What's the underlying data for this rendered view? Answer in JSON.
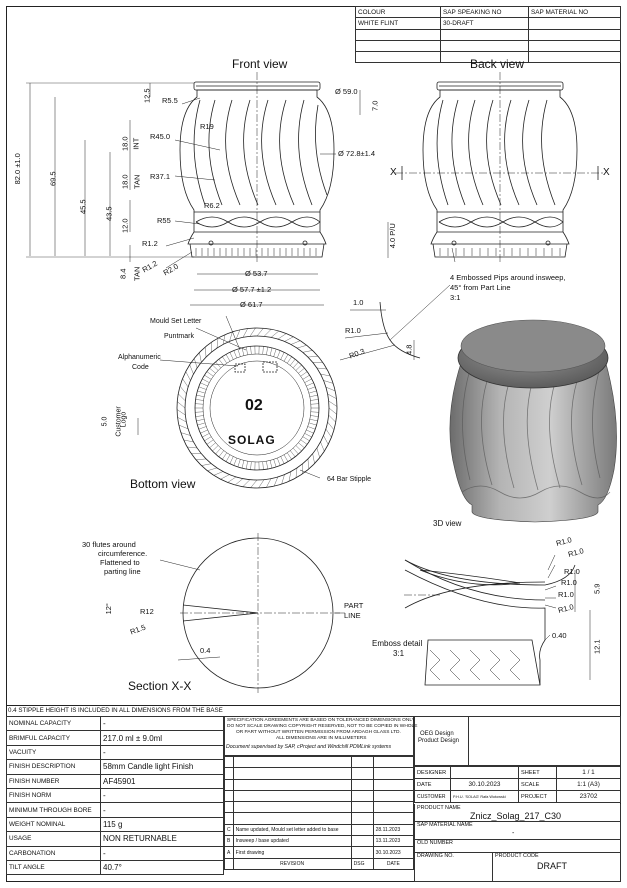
{
  "header_table": {
    "rows": [
      [
        "COLOUR",
        "SAP SPEAKING NO",
        "SAP MATERIAL NO"
      ],
      [
        "WHITE FLINT",
        "30-DRAFT",
        ""
      ],
      [
        "",
        "",
        ""
      ],
      [
        "",
        "",
        ""
      ],
      [
        "",
        "",
        ""
      ]
    ]
  },
  "views": {
    "front": "Front view",
    "back": "Back view",
    "bottom": "Bottom view",
    "section": "Section X-X",
    "three_d": "3D view",
    "emboss": "Emboss detail",
    "emboss_scale": "3:1"
  },
  "dims": {
    "d59": "Ø 59.0",
    "d72": "Ø 72.8±1.4",
    "d53": "Ø 53.7",
    "d57": "Ø 57.7 ±1.2",
    "d61": "Ø 61.7",
    "r55a": "R5.5",
    "r19": "R19",
    "r45": "R45.0",
    "r37": "R37.1",
    "r62": "R6.2",
    "r55": "R55",
    "r12a": "R1.2",
    "r12b": "R1.2",
    "r20": "R2.0",
    "h820": "82.0 ±1.0",
    "h695": "69.5",
    "h455": "45.5",
    "h435": "43.5",
    "h125": "12.5",
    "h180a": "18.0",
    "int": "INT",
    "h180b": "18.0",
    "tan": "TAN",
    "h120": "12.0",
    "h84": "8.4",
    "tan2": "TAN",
    "h70": "7.0",
    "h40pu": "4.0 P/U",
    "pips1": "4 Embossed Pips around insweep,",
    "pips2": "45° from Part Line",
    "pips3": "3:1",
    "p10": "1.0",
    "pr10": "R1.0",
    "pr03": "R0.3",
    "p48": "4.8",
    "x_left": "X",
    "x_right": "X"
  },
  "bottom_labels": {
    "mould": "Mould Set Letter",
    "punt": "Puntmark",
    "alnum1": "Alphanumeric",
    "alnum2": "Code",
    "logo_dim": "5.0",
    "logo1": "Customer",
    "logo2": "Logo",
    "code": "02",
    "brand": "SOLAG",
    "stipple": "64 Bar Stipple"
  },
  "section_labels": {
    "flutes1": "30 flutes around",
    "flutes2": "circumference.",
    "flutes3": "Flattened to",
    "flutes4": "parting line",
    "angle": "12°",
    "r12": "R12",
    "r15": "R1.5",
    "d04": "0.4",
    "part1": "PART",
    "part2": "LINE"
  },
  "emboss_labels": {
    "r10a": "R1.0",
    "r10b": "R1.0",
    "r10c": "R1.0",
    "r10d": "R1.0",
    "r10e": "R1.0",
    "r10f": "R1.0",
    "d59": "5.9",
    "d040": "0.40",
    "d121": "12.1"
  },
  "note": "0.4 STIPPLE HEIGHT IS INCLUDED IN ALL DIMENSIONS FROM THE BASE",
  "spec_table": [
    [
      "NOMINAL CAPACITY",
      "-"
    ],
    [
      "BRIMFUL CAPACITY",
      "217.0 ml ± 9.0ml"
    ],
    [
      "VACUITY",
      "-"
    ],
    [
      "FINISH DESCRIPTION",
      "58mm Candle light Finish"
    ],
    [
      "FINISH NUMBER",
      "AF45901"
    ],
    [
      "FINISH NORM",
      "-"
    ],
    [
      "MINIMUM THROUGH BORE",
      "-"
    ],
    [
      "WEIGHT NOMINAL",
      "115 g"
    ],
    [
      "USAGE",
      "NON RETURNABLE"
    ],
    [
      "CARBONATION",
      "-"
    ],
    [
      "TILT ANGLE",
      "40.7°"
    ]
  ],
  "agreement": {
    "line1": "SPECIFICATION AGREEMENTS ARE BASED ON TOLERANCED DIMENSIONS ONLY",
    "line2": "DO NOT SCALE DRAWING COPYRIGHT RESERVED, NOT TO BE COPIED IN WHOLE",
    "line3": "OR PART WITHOUT WRITTEN PERMISSION FROM ARDAGH GLASS LTD.",
    "line4": "ALL DIMENSIONS ARE IN MILLIMETERS",
    "line5": "Document supervised by SAP, cProject and Windchill PDMLink systems"
  },
  "revisions": [
    [
      "C",
      "Name updated, Mould set letter added to base",
      "",
      "28.11.2023"
    ],
    [
      "B",
      "Insweep / base updated",
      "",
      "13.11.2023"
    ],
    [
      "A",
      "First drawing",
      "",
      "30.10.2023"
    ]
  ],
  "rev_header": [
    "",
    "REVISION",
    "DSG",
    "DATE"
  ],
  "oeg": {
    "line1": "OEG Design",
    "line2": "Product Design"
  },
  "title_block": {
    "designer_label": "DESIGNER",
    "designer": "",
    "sheet_label": "SHEET",
    "sheet": "1 / 1",
    "date_label": "DATE",
    "date": "30.10.2023",
    "scale_label": "SCALE",
    "scale": "1:1 (A3)",
    "customer_label": "CUSTOMER",
    "customer": "P.H.U. 'SOLAG' Rafa Wotowski",
    "project_label": "PROJECT",
    "project": "23702",
    "product_name_label": "PRODUCT NAME",
    "product_name": "Znicz_Solag_217_C30",
    "sap_label": "SAP MATERIAL NAME",
    "sap": "-",
    "old_label": "OLD NUMBER",
    "old": "",
    "drawing_label": "DRAWING NO.",
    "code_label": "PRODUCT CODE",
    "code": "DRAFT"
  }
}
